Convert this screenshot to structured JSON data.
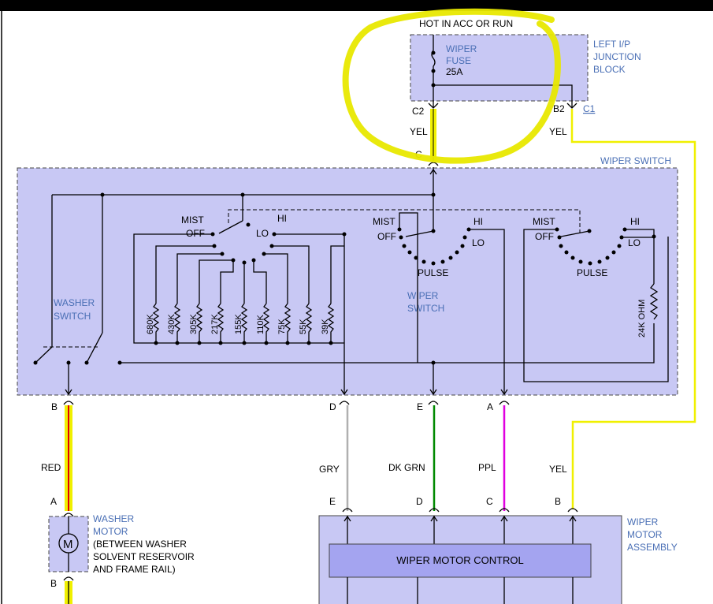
{
  "power": {
    "hot_label": "HOT IN ACC OR RUN"
  },
  "fuse": {
    "name_line1": "WIPER",
    "name_line2": "FUSE",
    "rating": "25A"
  },
  "junction_block": {
    "line1": "LEFT I/P",
    "line2": "JUNCTION",
    "line3": "BLOCK",
    "pin_left": "C2",
    "pin_right": "B2",
    "connector": "C1"
  },
  "wires": {
    "yel_left": "YEL",
    "yel_right": "YEL",
    "red": "RED",
    "gry": "GRY",
    "dk_grn": "DK GRN",
    "ppl": "PPL",
    "yel_motor": "YEL"
  },
  "wiper_switch": {
    "title": "WIPER SWITCH",
    "connector_top": "C",
    "center_line1": "WIPER",
    "center_line2": "SWITCH",
    "washer_line1": "WASHER",
    "washer_line2": "SWITCH",
    "mist": "MIST",
    "off": "OFF",
    "hi": "HI",
    "lo": "LO",
    "pulse": "PULSE",
    "resistors": [
      "680K",
      "430K",
      "305K",
      "217K",
      "155K",
      "110K",
      "75K",
      "55K",
      "39K"
    ],
    "ohm": "24K OHM",
    "pins": {
      "b": "B",
      "d": "D",
      "e": "E",
      "a": "A"
    }
  },
  "washer_motor": {
    "line1": "WASHER",
    "line2": "MOTOR",
    "line3": "(BETWEEN WASHER",
    "line4": "SOLVENT RESERVOIR",
    "line5": "AND FRAME RAIL)",
    "symbol": "M",
    "pin_top": "A",
    "pin_bottom": "B"
  },
  "wiper_motor": {
    "line1": "WIPER",
    "line2": "MOTOR",
    "line3": "ASSEMBLY",
    "control": "WIPER MOTOR CONTROL",
    "pins": {
      "e": "E",
      "d": "D",
      "c": "C",
      "b": "B"
    }
  },
  "colors": {
    "box_fill": "#c8c8f4",
    "label_blue": "#4a6fb5",
    "highlight": "#f0f000",
    "red_wire": "#e00000",
    "gry_wire": "#b0b0b0",
    "grn_wire": "#008a00",
    "ppl_wire": "#e000e0",
    "yel_wire": "#f0f000"
  }
}
